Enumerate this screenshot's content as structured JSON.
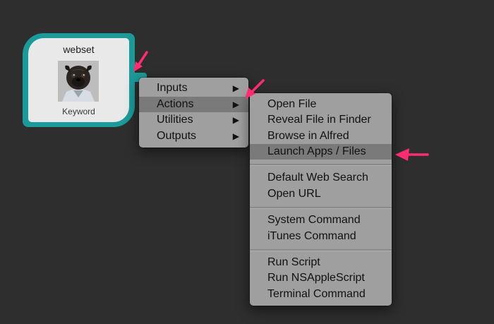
{
  "node": {
    "title": "webset",
    "caption": "Keyword",
    "image": "pug-avatar",
    "border_color": "#1b9a9a",
    "fill_color": "#e9e9e9"
  },
  "main_menu": {
    "items": [
      {
        "label": "Inputs",
        "has_submenu": true,
        "selected": false
      },
      {
        "label": "Actions",
        "has_submenu": true,
        "selected": true
      },
      {
        "label": "Utilities",
        "has_submenu": true,
        "selected": false
      },
      {
        "label": "Outputs",
        "has_submenu": true,
        "selected": false
      }
    ],
    "submenu_arrow": "▶"
  },
  "actions_submenu": {
    "groups": [
      {
        "items": [
          {
            "label": "Open File",
            "selected": false
          },
          {
            "label": "Reveal File in Finder",
            "selected": false
          },
          {
            "label": "Browse in Alfred",
            "selected": false
          },
          {
            "label": "Launch Apps / Files",
            "selected": true
          }
        ]
      },
      {
        "items": [
          {
            "label": "Default Web Search",
            "selected": false
          },
          {
            "label": "Open URL",
            "selected": false
          }
        ]
      },
      {
        "items": [
          {
            "label": "System Command",
            "selected": false
          },
          {
            "label": "iTunes Command",
            "selected": false
          }
        ]
      },
      {
        "items": [
          {
            "label": "Run Script",
            "selected": false
          },
          {
            "label": "Run NSAppleScript",
            "selected": false
          },
          {
            "label": "Terminal Command",
            "selected": false
          }
        ]
      }
    ]
  },
  "colors": {
    "background": "#2e2e2e",
    "menu_background": "#9f9f9f",
    "menu_selection": "#7a7a7a",
    "annotation_arrow": "#ff2d6f"
  }
}
